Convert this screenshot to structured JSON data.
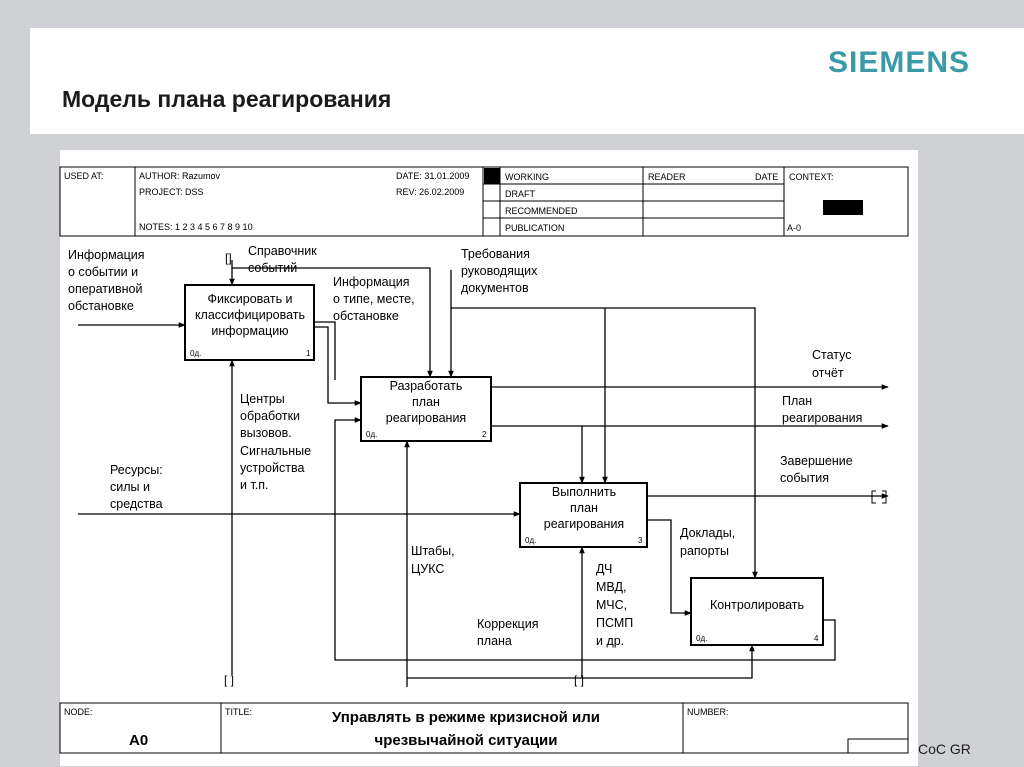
{
  "slide": {
    "logo": "SIEMENS",
    "title": "Модель плана реагирования",
    "footer": "CoC GR"
  },
  "frame": {
    "used_at": "USED AT:",
    "author": "AUTHOR: Razumov",
    "project": "PROJECT: DSS",
    "notes": "NOTES: 1 2 3 4 5 6 7 8 9 10",
    "date": "DATE: 31.01.2009",
    "rev": "REV: 26.02.2009",
    "status_items": [
      "WORKING",
      "DRAFT",
      "RECOMMENDED",
      "PUBLICATION"
    ],
    "reader": "READER",
    "reader_date": "DATE",
    "context": "CONTEXT:",
    "context_node": "A-0",
    "node_label": "NODE:",
    "node_value": "A0",
    "title_label": "TITLE:",
    "title_line1": "Управлять в режиме кризисной или",
    "title_line2": "чрезвычайной ситуации",
    "number_label": "NUMBER:"
  },
  "diagram": {
    "boxes": [
      {
        "lines": [
          "Фиксировать и",
          "классифицировать",
          "информацию"
        ],
        "cost": "0д.",
        "num": "1"
      },
      {
        "lines": [
          "Разработать",
          "план",
          "реагирования"
        ],
        "cost": "0д.",
        "num": "2"
      },
      {
        "lines": [
          "Выполнить",
          "план",
          "реагирования"
        ],
        "cost": "0д.",
        "num": "3"
      },
      {
        "lines": [
          "Контролировать"
        ],
        "cost": "0д.",
        "num": "4"
      }
    ],
    "labels": {
      "info_event": [
        "Информация",
        "о событии и",
        "оперативной",
        "обстановке"
      ],
      "reference": [
        "Справочник",
        "событий"
      ],
      "info_type": [
        "Информация",
        "о типе, месте,",
        "обстановке"
      ],
      "requirements": [
        "Требования",
        "руководящих",
        "документов"
      ],
      "call_centers": [
        "Центры",
        "обработки",
        "вызовов.",
        "Сигнальные",
        "устройства",
        "и т.п."
      ],
      "resources": [
        "Ресурсы:",
        "силы и",
        "средства"
      ],
      "status_report": [
        "Статус",
        "отчёт"
      ],
      "plan": [
        "План",
        "реагирования"
      ],
      "completion": [
        "Завершение",
        "события"
      ],
      "reports": [
        "Доклады,",
        "рапорты"
      ],
      "hq": [
        "Штабы,",
        "ЦУКС"
      ],
      "services": [
        "ДЧ",
        "МВД,",
        "МЧС,",
        "ПСМП",
        "и др."
      ],
      "correction": [
        "Коррекция",
        "плана"
      ]
    },
    "tunnel_marks": [
      "[]",
      "[ ]",
      "[ ]"
    ]
  }
}
